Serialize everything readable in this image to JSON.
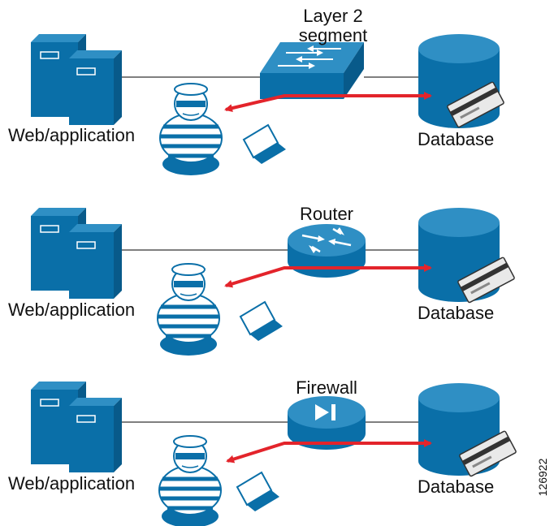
{
  "colors": {
    "device_blue": "#0a6fa8",
    "device_dark": "#085a8a",
    "device_light": "#2f8fc4",
    "link_gray": "#333333",
    "attack_red": "#e3242b",
    "card_gray": "#cfcfcf"
  },
  "rows": [
    {
      "left_label": "Web/application",
      "middle_label": "Layer 2 segment",
      "middle_device": "layer2-switch",
      "middle_icon": "switch-icon",
      "right_label": "Database"
    },
    {
      "left_label": "Web/application",
      "middle_label": "Router",
      "middle_device": "router",
      "middle_icon": "router-icon",
      "right_label": "Database"
    },
    {
      "left_label": "Web/application",
      "middle_label": "Firewall",
      "middle_device": "firewall",
      "middle_icon": "firewall-icon",
      "right_label": "Database"
    }
  ],
  "figure_id": "126922"
}
